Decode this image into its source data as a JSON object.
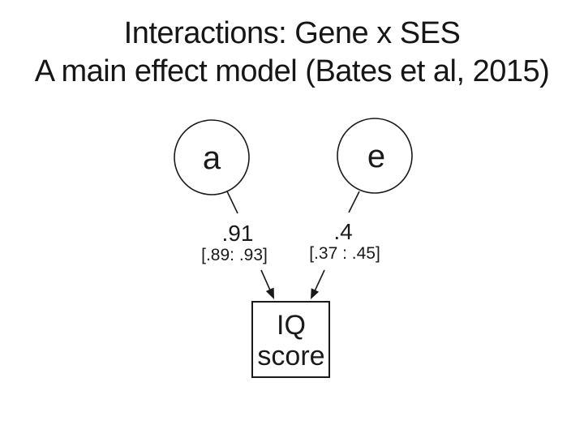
{
  "title": {
    "line1": "Interactions: Gene x SES",
    "line2": "A main effect model (Bates et al, 2015)"
  },
  "diagram": {
    "latent_nodes": [
      {
        "id": "a",
        "label": "a",
        "estimate": ".91",
        "ci": "[.89: .93]"
      },
      {
        "id": "e",
        "label": "e",
        "estimate": ".4",
        "ci": "[.37 : .45]"
      }
    ],
    "observed_node": {
      "label_line1": "IQ",
      "label_line2": "score"
    },
    "colors": {
      "ink": "#1a1a1a",
      "background": "#ffffff"
    }
  }
}
